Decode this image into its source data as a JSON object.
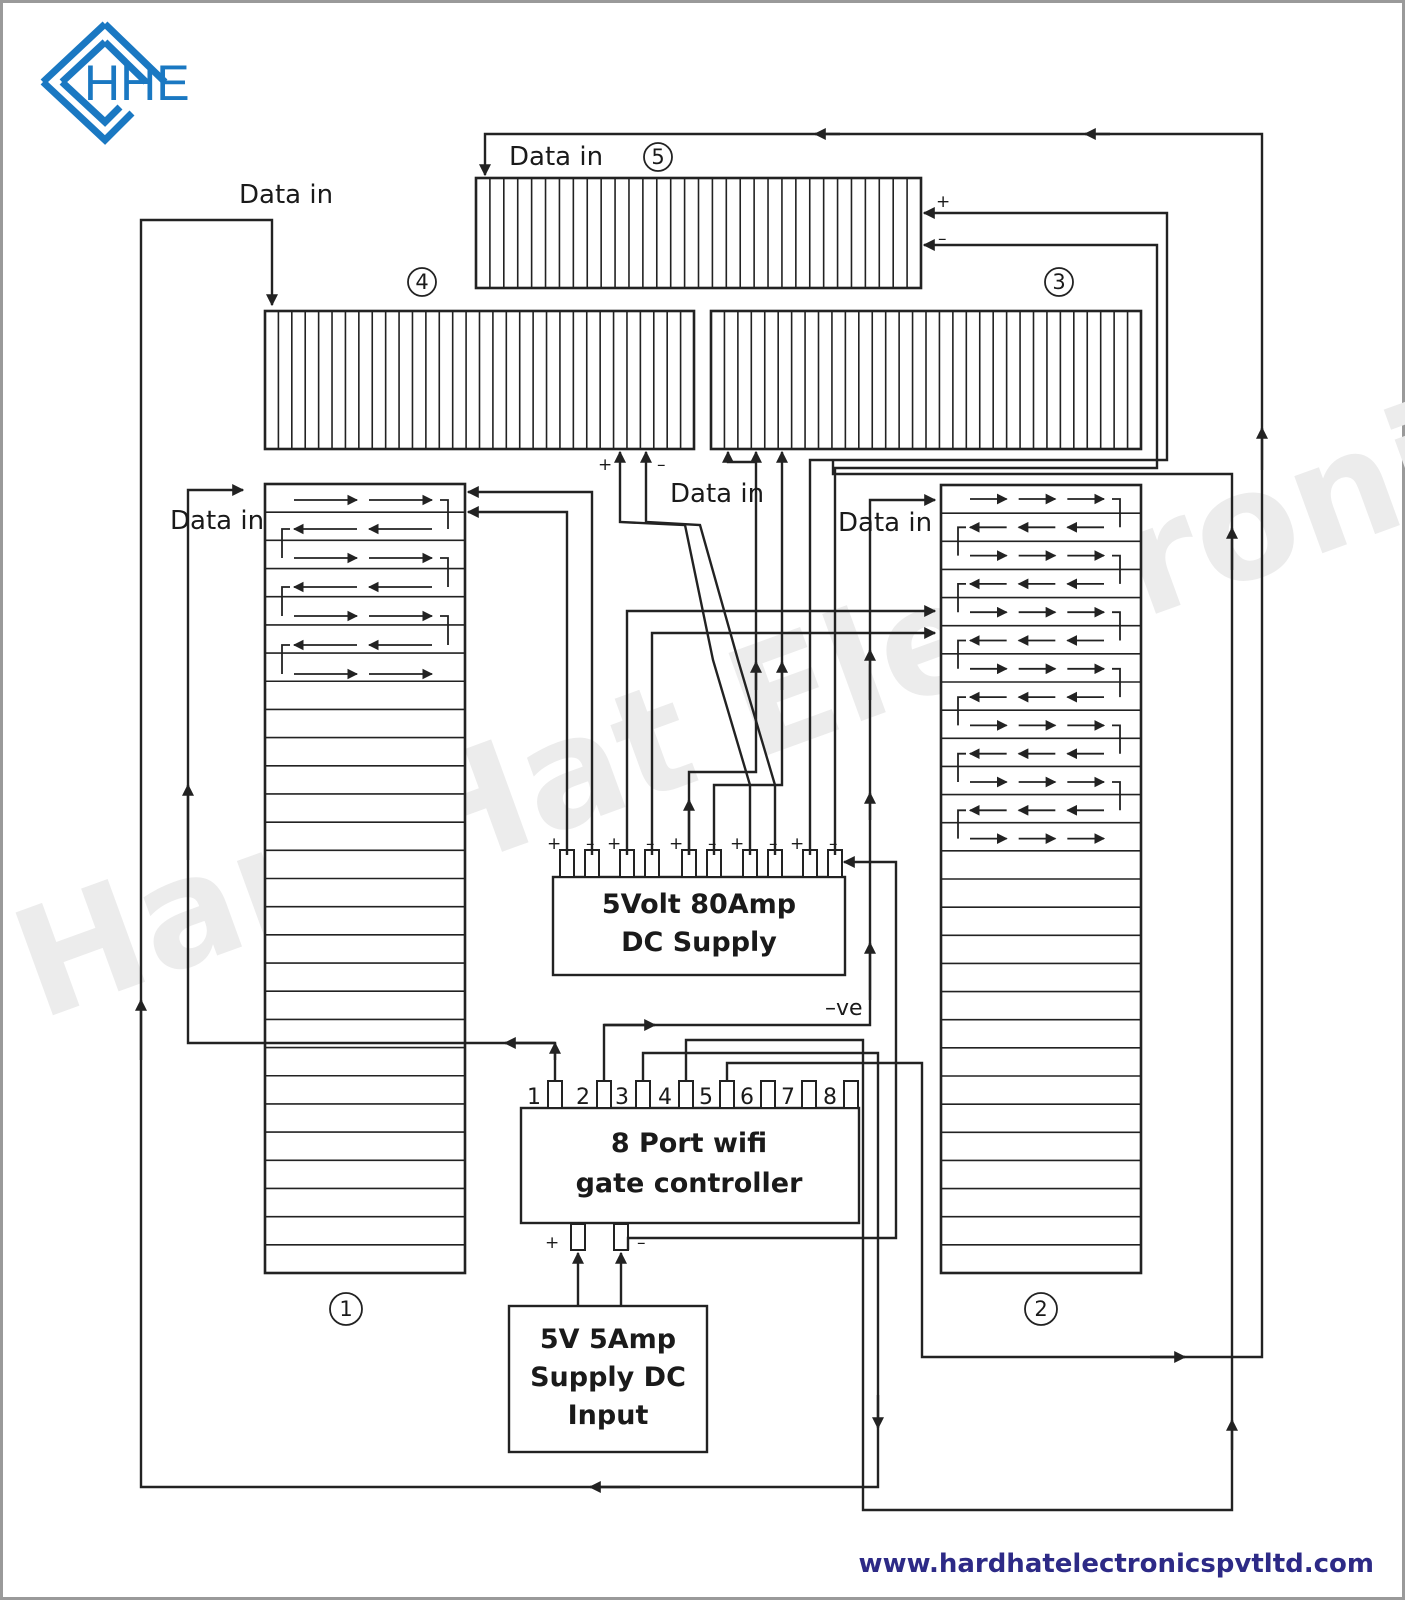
{
  "logo": {
    "text": "HHE",
    "color": "#1a78c2"
  },
  "watermark": "HardHat Electronics",
  "website": "www.hardhatelectronicspvtltd.com",
  "data_in_label": "Data in",
  "panels": [
    {
      "id": "1",
      "label": "①"
    },
    {
      "id": "2",
      "label": "②"
    },
    {
      "id": "3",
      "label": "③"
    },
    {
      "id": "4",
      "label": "④"
    },
    {
      "id": "5",
      "label": "⑤"
    }
  ],
  "supply_80a": {
    "line1": "5Volt 80Amp",
    "line2": "DC Supply"
  },
  "controller": {
    "line1": "8 Port wifi",
    "line2": "gate controller"
  },
  "controller_ports": [
    "1",
    "2",
    "3",
    "4",
    "5",
    "6",
    "7",
    "8"
  ],
  "supply_5a": {
    "line1": "5V 5Amp",
    "line2": "Supply DC",
    "line3": "Input"
  },
  "neg_ve_label": "–ve",
  "plus": "+",
  "minus": "–",
  "colors": {
    "line": "#222222",
    "watermark": "#ececec",
    "url": "#2d2a86"
  }
}
